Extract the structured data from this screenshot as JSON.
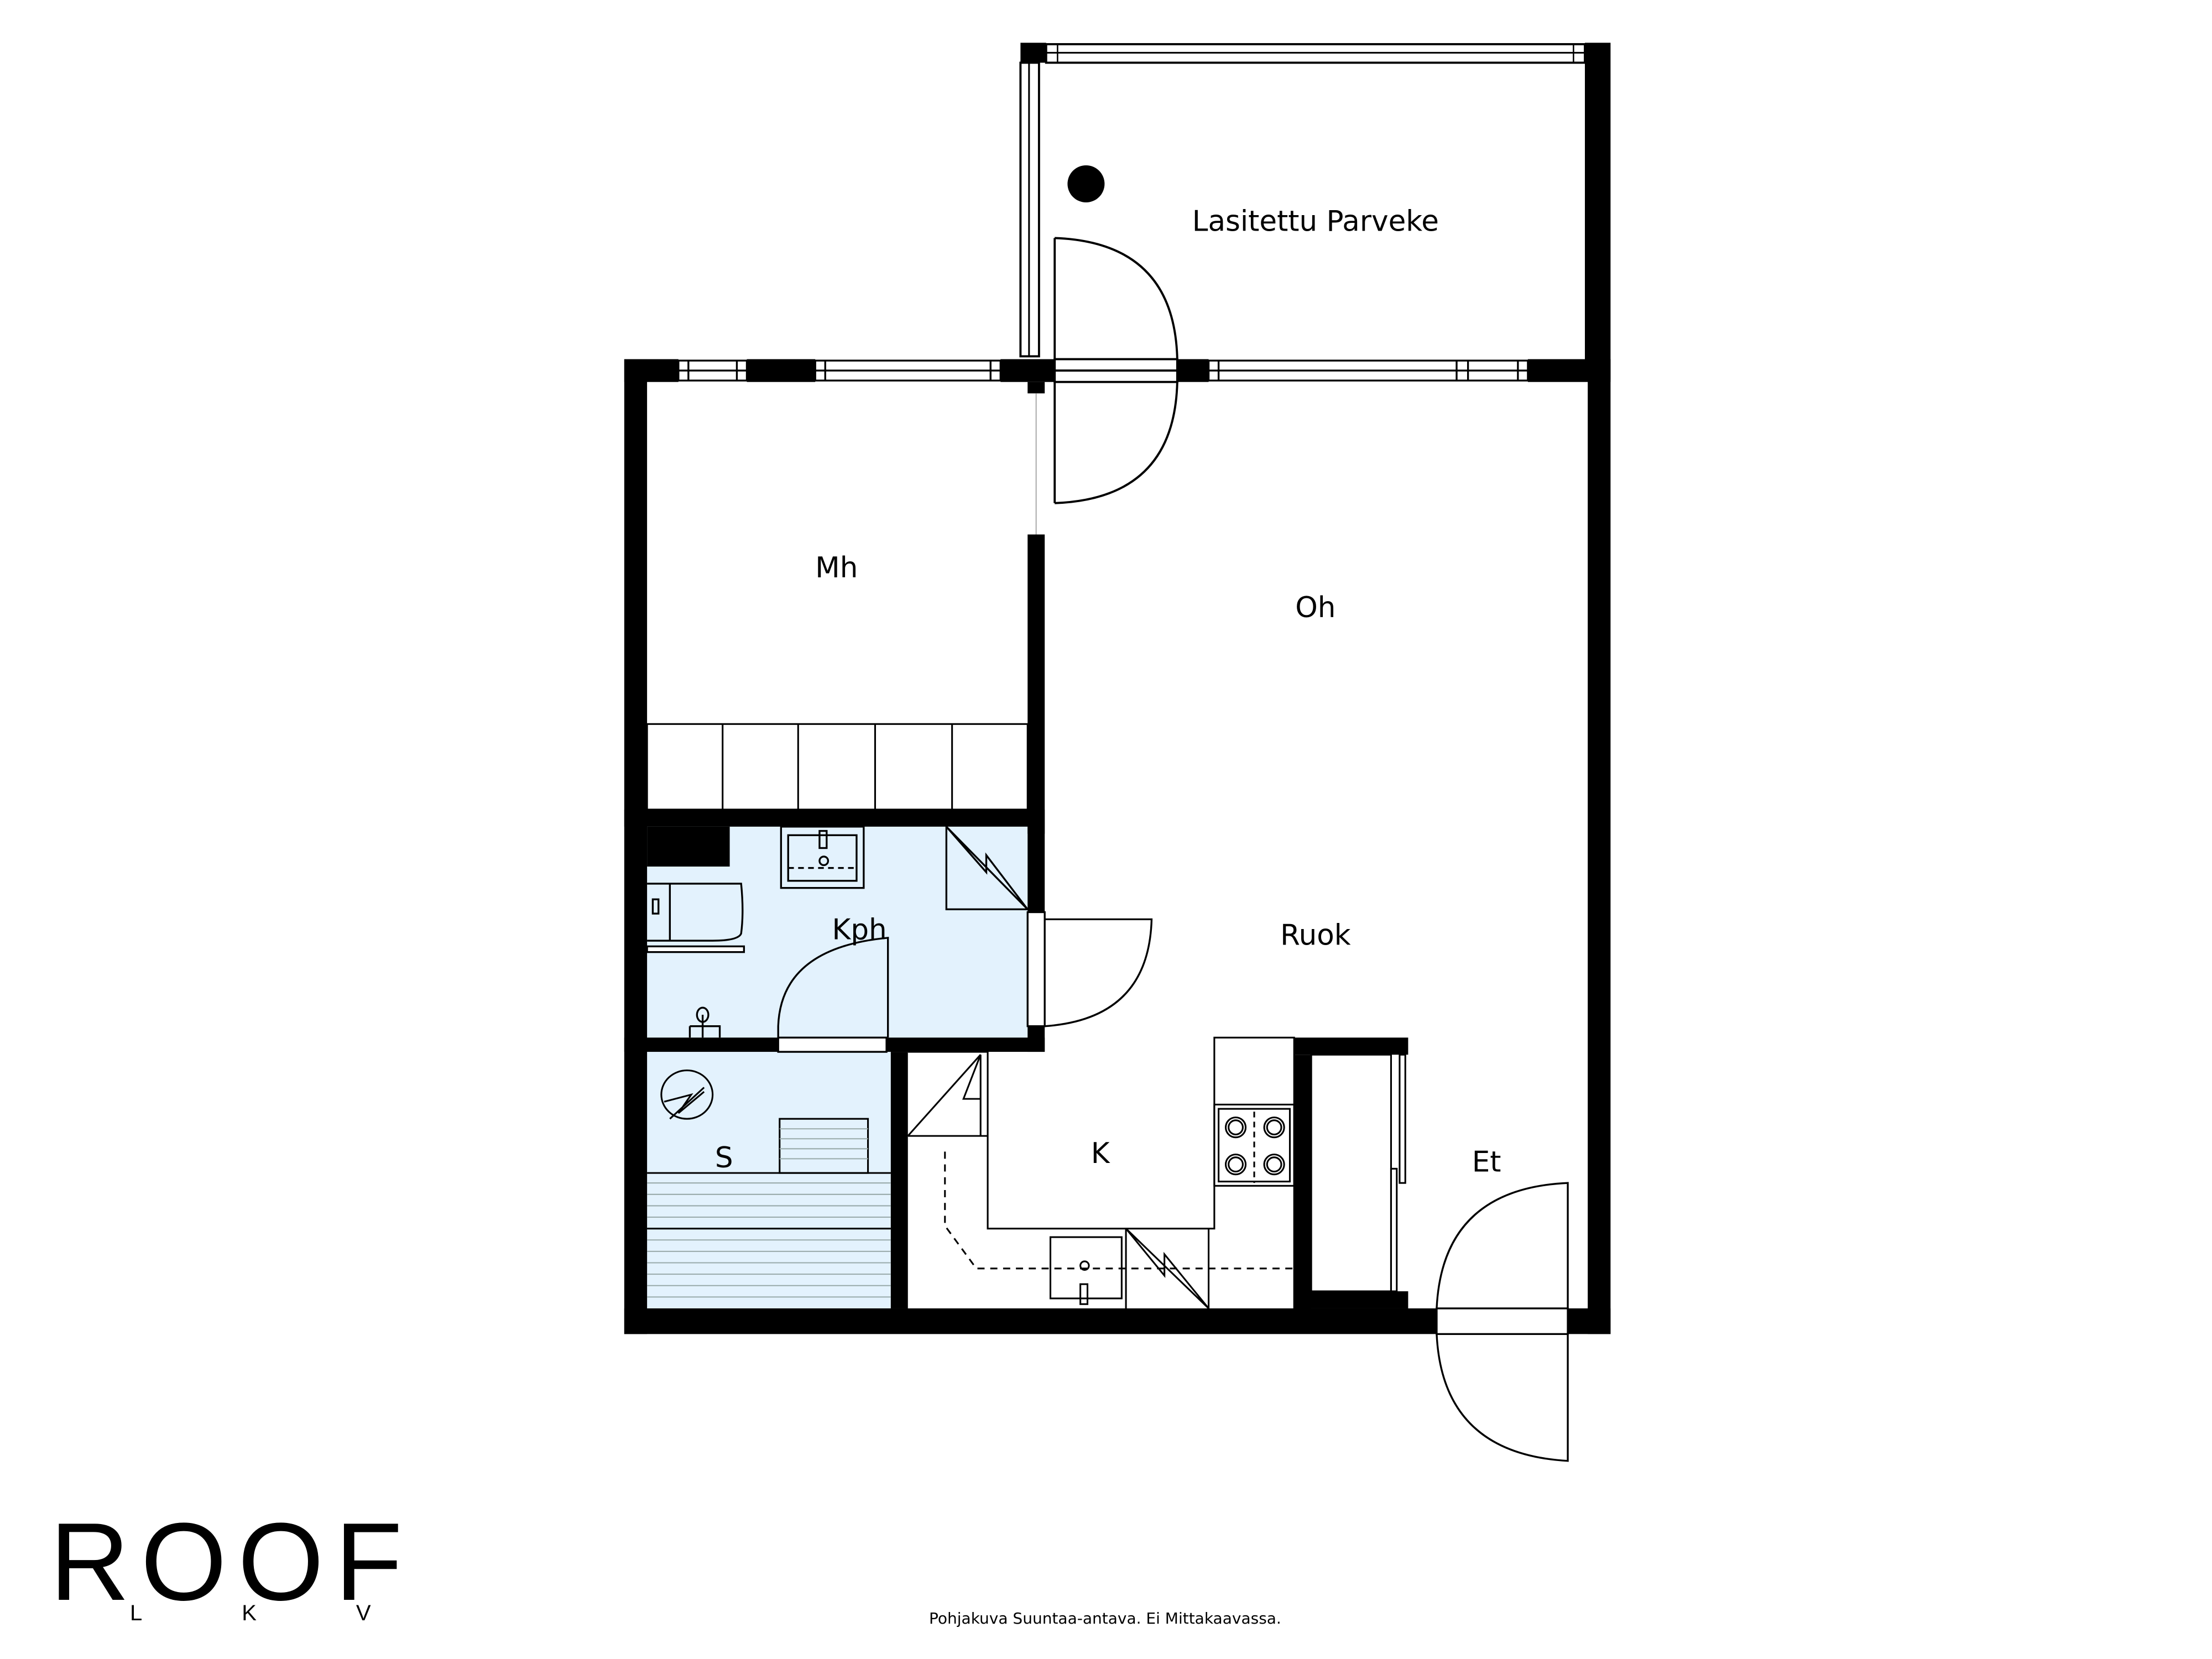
{
  "rooms": {
    "balcony": "Lasitettu Parveke",
    "bedroom": "Mh",
    "living": "Oh",
    "dining": "Ruok",
    "bathroom": "Kph",
    "sauna": "S",
    "kitchen": "K",
    "entry": "Et"
  },
  "colors": {
    "wall": "#000000",
    "wet_room": "#e3f2fd",
    "background": "#ffffff"
  },
  "branding": {
    "logo_main": "ROOF",
    "logo_sub": "LKV"
  },
  "footer": {
    "disclaimer": "Pohjakuva Suuntaa-antava. Ei Mittakaavassa."
  }
}
